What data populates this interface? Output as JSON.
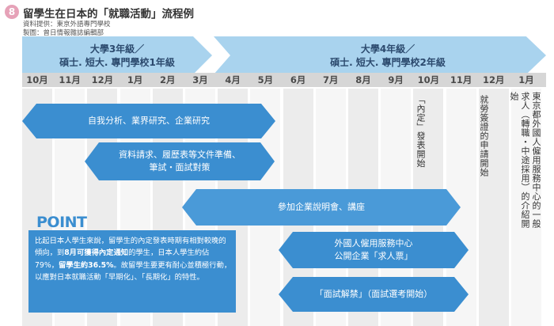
{
  "header": {
    "number": "8",
    "title": "留學生在日本的「就職活動」流程例",
    "source": "資料提供：東京外語專門學校",
    "editor": "製圖：曾日情報雜誌編輯部"
  },
  "years": {
    "first_line1": "大學3年級／",
    "first_line2": "碩士. 短大. 專門學校1年級",
    "second_line1": "大學4年級／",
    "second_line2": "碩士. 短大. 專門學校2年級"
  },
  "months": [
    "10月",
    "11月",
    "12月",
    "1月",
    "2月",
    "3月",
    "4月",
    "5月",
    "6月",
    "7月",
    "8月",
    "9月",
    "10月",
    "11月",
    "12月",
    "1月"
  ],
  "activities": {
    "self_analysis": "自我分析、業界研究、企業研究",
    "documents_line1": "資料請求、履歷表等文件準備、",
    "documents_line2": "筆試・面試對策",
    "seminars": "參加企業說明會、講座",
    "employment_center_line1": "外國人僱用服務中心",
    "employment_center_line2": "公開企業「求人票」",
    "interview": "「面試解禁」（面試選考開始）"
  },
  "vertical_labels": {
    "naitei": "「內定」發表開始",
    "visa": "就勞簽證的申請開始",
    "tokyo": "東京都外國人僱用服務中心的一般求人（轉職・中途採用）的介紹開始"
  },
  "point": {
    "title": "POINT",
    "text_part1": "比起日本人學生來說，留學生的內定發表時期有相對較晚的傾向，到",
    "text_bold1": "8月可獲得內定通知",
    "text_part2": "的學生，日本人學生約佔79%，",
    "text_bold2": "留學生約36.5%",
    "text_part3": "。故留學生要更有耐心並積極行動，以應對日本就職活動「早期化」、「長期化」的特性。"
  },
  "colors": {
    "year_band": "#a9d3ee",
    "arrow_blue": "#3b8ed0",
    "month_strip": "#d6d6d6",
    "badge_pink": "#e6a2b8"
  }
}
